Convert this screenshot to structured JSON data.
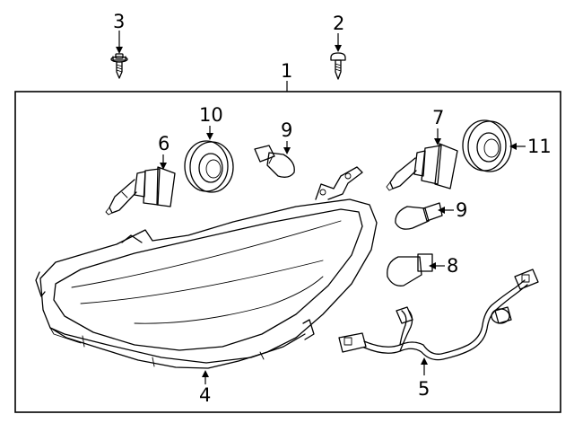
{
  "diagram": {
    "callouts": [
      {
        "id": "c1",
        "label": "1",
        "part": "headlamp assembly"
      },
      {
        "id": "c2",
        "label": "2",
        "part": "screw"
      },
      {
        "id": "c3",
        "label": "3",
        "part": "screw with washer"
      },
      {
        "id": "c4",
        "label": "4",
        "part": "headlamp housing"
      },
      {
        "id": "c5",
        "label": "5",
        "part": "wiring harness"
      },
      {
        "id": "c6",
        "label": "6",
        "part": "headlamp bulb"
      },
      {
        "id": "c7",
        "label": "7",
        "part": "headlamp bulb"
      },
      {
        "id": "c8",
        "label": "8",
        "part": "bulb"
      },
      {
        "id": "c9a",
        "label": "9",
        "part": "bulb"
      },
      {
        "id": "c9b",
        "label": "9",
        "part": "bulb"
      },
      {
        "id": "c10",
        "label": "10",
        "part": "dust cover"
      },
      {
        "id": "c11",
        "label": "11",
        "part": "dust cover"
      }
    ]
  }
}
